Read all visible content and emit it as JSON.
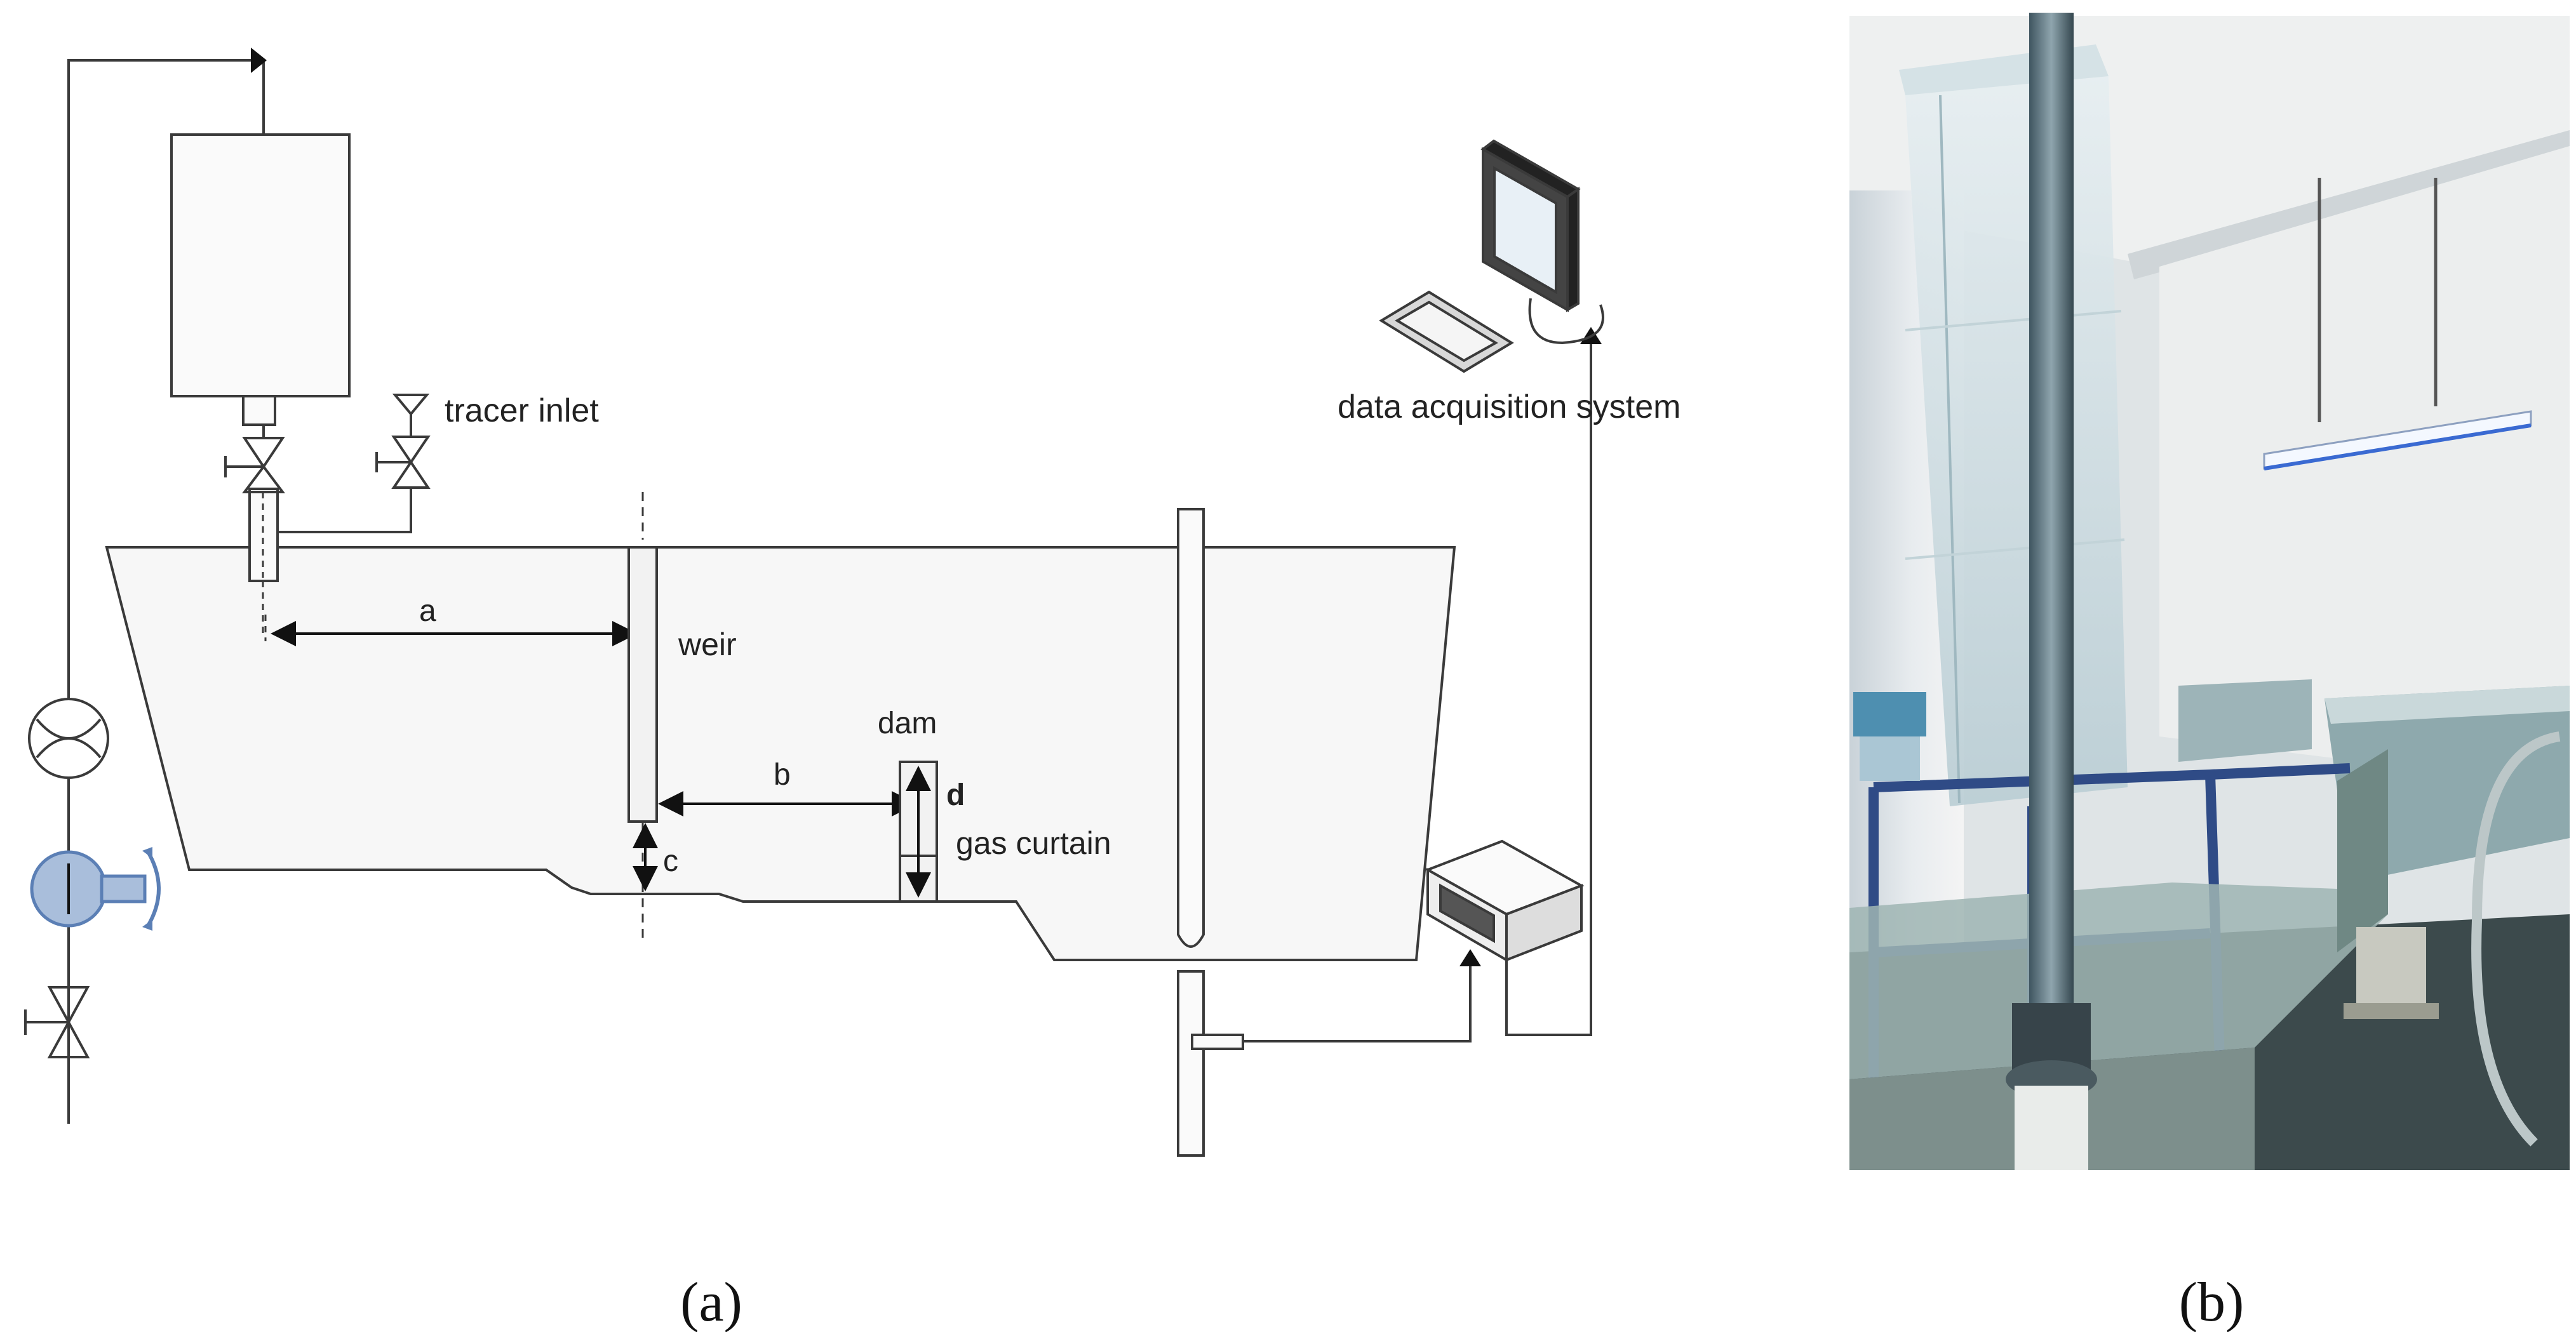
{
  "diagram": {
    "labels": {
      "tracer_inlet": "tracer inlet",
      "a": "a",
      "weir": "weir",
      "dam": "dam",
      "b": "b",
      "d": "d",
      "c": "c",
      "gas_curtain": "gas curtain",
      "data_acquisition": "data acquisition system"
    },
    "colors": {
      "line": "#3a3a3a",
      "tank_fill": "#f7f7f7",
      "pump": "#5b7fb5",
      "pump_fill": "#a9bedb"
    }
  },
  "captions": {
    "a": "(a)",
    "b": "(b)"
  }
}
